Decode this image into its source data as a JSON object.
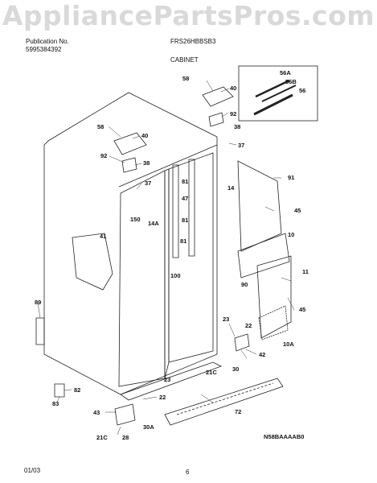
{
  "watermark": "AppliancePartsPros.com",
  "header": {
    "pub_label": "Publication No.",
    "pub_number": "5995384392",
    "model": "FRS26HBBSB3",
    "section": "CABINET"
  },
  "footer": {
    "date": "01/03",
    "page": "6",
    "code": "N58BAAAAB0"
  },
  "callouts": [
    {
      "id": "c56a",
      "text": "56A"
    },
    {
      "id": "c56b",
      "text": "56B"
    },
    {
      "id": "c56",
      "text": "56"
    },
    {
      "id": "c58a",
      "text": "58"
    },
    {
      "id": "c40a",
      "text": "40"
    },
    {
      "id": "c92a",
      "text": "92"
    },
    {
      "id": "c38a",
      "text": "38"
    },
    {
      "id": "c37a",
      "text": "37"
    },
    {
      "id": "c58b",
      "text": "58"
    },
    {
      "id": "c40b",
      "text": "40"
    },
    {
      "id": "c92b",
      "text": "92"
    },
    {
      "id": "c38b",
      "text": "38"
    },
    {
      "id": "c37b",
      "text": "37"
    },
    {
      "id": "c14",
      "text": "14"
    },
    {
      "id": "c91",
      "text": "91"
    },
    {
      "id": "c45a",
      "text": "45"
    },
    {
      "id": "c81a",
      "text": "81"
    },
    {
      "id": "c47",
      "text": "47"
    },
    {
      "id": "c81b",
      "text": "81"
    },
    {
      "id": "c150",
      "text": "150"
    },
    {
      "id": "c14a",
      "text": "14A"
    },
    {
      "id": "c41",
      "text": "41"
    },
    {
      "id": "c81c",
      "text": "81"
    },
    {
      "id": "c10",
      "text": "10"
    },
    {
      "id": "c100",
      "text": "100"
    },
    {
      "id": "c11",
      "text": "11"
    },
    {
      "id": "c90",
      "text": "90"
    },
    {
      "id": "c45b",
      "text": "45"
    },
    {
      "id": "c89",
      "text": "89"
    },
    {
      "id": "c23a",
      "text": "23"
    },
    {
      "id": "c22a",
      "text": "22"
    },
    {
      "id": "c10a",
      "text": "10A"
    },
    {
      "id": "c42",
      "text": "42"
    },
    {
      "id": "c21c",
      "text": "21C"
    },
    {
      "id": "c30",
      "text": "30"
    },
    {
      "id": "c23b",
      "text": "23"
    },
    {
      "id": "c82",
      "text": "82"
    },
    {
      "id": "c22b",
      "text": "22"
    },
    {
      "id": "c83",
      "text": "83"
    },
    {
      "id": "c72",
      "text": "72"
    },
    {
      "id": "c43",
      "text": "43"
    },
    {
      "id": "c30a",
      "text": "30A"
    },
    {
      "id": "c21c2",
      "text": "21C"
    },
    {
      "id": "c28",
      "text": "28"
    }
  ]
}
